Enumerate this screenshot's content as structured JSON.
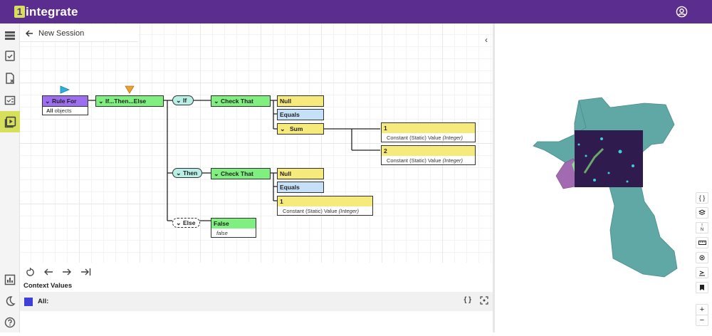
{
  "app": {
    "logo_badge": "1",
    "logo_text": "integrate"
  },
  "colors": {
    "topbar": "#5b2d8e",
    "accent": "#d6e05a",
    "purple_node": "#9d6ef0",
    "green_node": "#7ff07f",
    "yellow_node": "#f7ea7c",
    "blue_node": "#c6e0f7",
    "pill": "#b7efe6",
    "context_swatch": "#4140d6",
    "map_fill": "#5fa8a6"
  },
  "session": {
    "title": "New Session"
  },
  "nav": {
    "collapse_left": "‹",
    "collapse_right": "›"
  },
  "rule": {
    "rule_for": {
      "title": "Rule For",
      "sub_bold": "All",
      "sub_rest": " objects"
    },
    "if_then_else": "If...Then...Else",
    "if_pill": "If",
    "then_pill": "Then",
    "else_pill": "Else",
    "check_that_1": "Check That",
    "check_that_2": "Check That",
    "null_1": "Null",
    "equals_1": "Equals",
    "sum": "Sum",
    "const_1": {
      "value": "1",
      "label": "Constant (Static) Value ",
      "type": "(Integer)"
    },
    "const_2": {
      "value": "2",
      "label": "Constant (Static) Value ",
      "type": "(Integer)"
    },
    "null_2": "Null",
    "equals_2": "Equals",
    "const_3": {
      "value": "1",
      "label": "Constant (Static) Value ",
      "type": "(Integer)"
    },
    "false_node": {
      "title": "False",
      "sub": "false"
    }
  },
  "context": {
    "label": "Context Values",
    "row_text": "All:"
  },
  "icons": {
    "account": "account-circle-icon",
    "sidebar": [
      "list-icon",
      "checklist-icon",
      "file-search-icon",
      "report-icon",
      "play-session-icon",
      "chart-icon",
      "dark-mode-icon",
      "help-icon"
    ],
    "tools": [
      "reset-icon",
      "step-back-icon",
      "step-forward-icon",
      "skip-to-end-icon"
    ],
    "map_tools": [
      "code-braces-icon",
      "layers-icon",
      "north-arrow-icon",
      "ruler-icon",
      "locate-icon",
      "filter-icon",
      "bookmark-icon",
      "zoom-in-icon",
      "zoom-out-icon"
    ]
  },
  "map_tools": {
    "code": "{ }",
    "north": "N",
    "zoom_in": "+",
    "zoom_out": "−"
  }
}
